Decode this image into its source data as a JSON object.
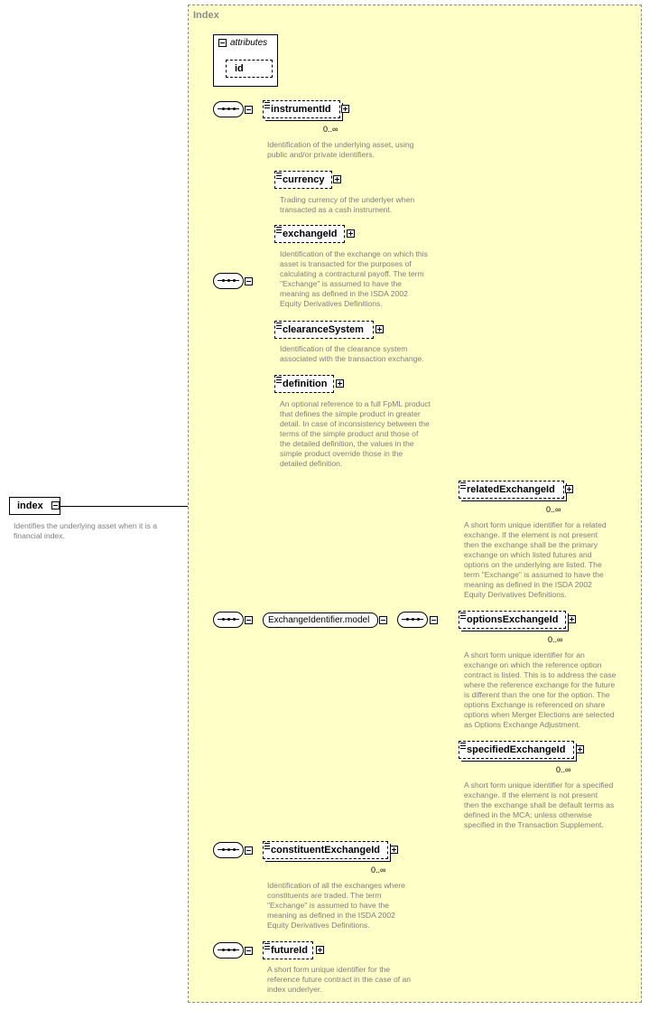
{
  "panel_title": "Index",
  "root": {
    "name": "index",
    "note": [
      "Identifies the underlying asset when it is a",
      "financial index."
    ]
  },
  "attributes": {
    "label": "attributes",
    "id": "id"
  },
  "elements": {
    "instrumentId": {
      "name": "instrumentId",
      "card": "0..∞",
      "note": [
        "Identification of the underlying asset, using",
        "public and/or private identifiers."
      ]
    },
    "currency": {
      "name": "currency",
      "note": [
        "Trading currency of the underlyer when",
        "transacted as a cash instrument."
      ]
    },
    "exchangeId": {
      "name": "exchangeId",
      "note": [
        "Identification of the exchange on which this",
        "asset is transacted for the purposes of",
        "calculating a contractural payoff. The term",
        "\"Exchange\" is assumed to have the",
        "meaning as defined in the ISDA 2002",
        "Equity Derivatives Definitions."
      ]
    },
    "clearanceSystem": {
      "name": "clearanceSystem",
      "note": [
        "Identification of the clearance system",
        "associated with the transaction exchange."
      ]
    },
    "definition": {
      "name": "definition",
      "note": [
        "An optional reference to a full FpML product",
        "that defines the simple product in greater",
        "detail. In case of inconsistency between the",
        "terms of the simple product and those of",
        "the detailed definition, the values in the",
        "simple product override those in the",
        "detailed definition."
      ]
    },
    "group": {
      "name": "ExchangeIdentifier.model"
    },
    "relatedExchangeId": {
      "name": "relatedExchangeId",
      "card": "0..∞",
      "note": [
        "A short form unique identifier for a related",
        "exchange. If the element is not present",
        "then the exchange shall be the primary",
        "exchange on which listed futures and",
        "options on the underlying are listed. The",
        "term \"Exchange\" is assumed to have the",
        "meaning as defined in the ISDA 2002",
        "Equity Derivatives Definitions."
      ]
    },
    "optionsExchangeId": {
      "name": "optionsExchangeId",
      "card": "0..∞",
      "note": [
        "A short form unique identifier for an",
        "exchange on which the reference option",
        "contract is listed. This is to address the case",
        "where the reference exchange for the future",
        "is different than the one for the option. The",
        "options Exchange is referenced on share",
        "options when Merger Elections are selected",
        "as Options Exchange Adjustment."
      ]
    },
    "specifiedExchangeId": {
      "name": "specifiedExchangeId",
      "card": "0..∞",
      "note": [
        "A short form unique identifier for a specified",
        "exchange. If the element is not present",
        "then the exchange shall be default terms as",
        "defined in the MCA; unless otherwise",
        "specified in the Transaction Supplement."
      ]
    },
    "constituentExchangeId": {
      "name": "constituentExchangeId",
      "card": "0..∞",
      "note": [
        "Identification of all the exchanges where",
        "constituents are traded. The term",
        "\"Exchange\" is assumed to have the",
        "meaning as defined in the ISDA 2002",
        "Equity Derivatives Definitions."
      ]
    },
    "futureId": {
      "name": "futureId",
      "note": [
        "A short form unique identifier for the",
        "reference future contract in the case of an",
        "index underlyer."
      ]
    }
  },
  "colors": {
    "panel_bg": "#ffffc8",
    "panel_border": "#8c8c8c",
    "note_text": "#7d7d7d",
    "line": "#000000"
  }
}
